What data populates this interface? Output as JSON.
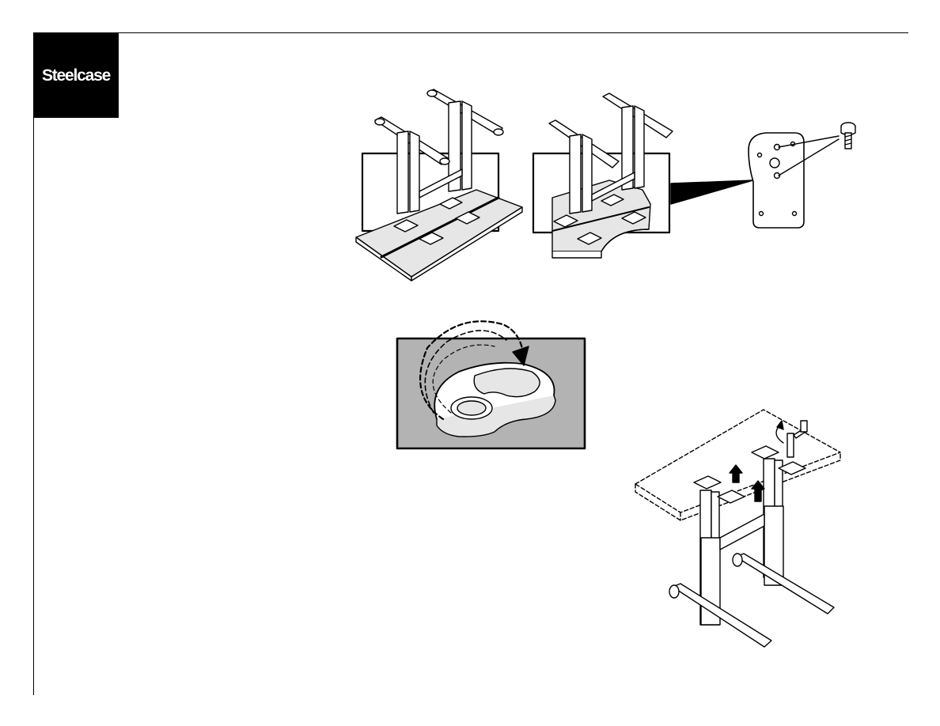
{
  "brand": {
    "logo_text": "Steelcase"
  },
  "colors": {
    "ink": "#000000",
    "panel_gray": "#b3b3b3",
    "paper": "#ffffff",
    "part_fill": "#e6e6e6"
  },
  "figures": [
    {
      "id": "legs-on-straight-worksurface"
    },
    {
      "id": "legs-on-curved-worksurface"
    },
    {
      "id": "mounting-plate-detail"
    },
    {
      "id": "rotating-foot-glide-detail"
    },
    {
      "id": "hand-crank-height-adjust"
    }
  ]
}
